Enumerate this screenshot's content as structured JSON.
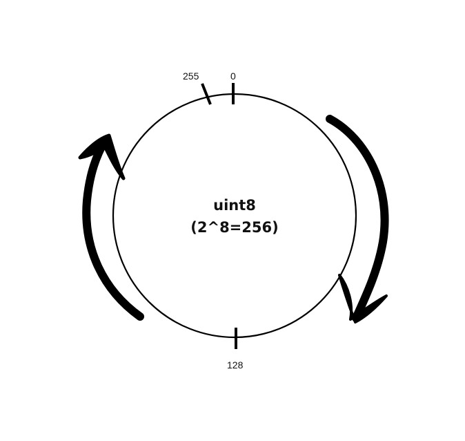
{
  "diagram": {
    "title": "uint8",
    "subtitle": "(2^8=256)",
    "ticks": {
      "top_zero": "0",
      "top_max": "255",
      "bottom_mid": "128"
    },
    "colors": {
      "stroke": "#000000",
      "background": "#ffffff"
    },
    "arrows": [
      {
        "name": "clockwise-arrow",
        "side": "right",
        "direction": "down"
      },
      {
        "name": "wraparound-arrow",
        "side": "left",
        "direction": "up"
      }
    ]
  }
}
